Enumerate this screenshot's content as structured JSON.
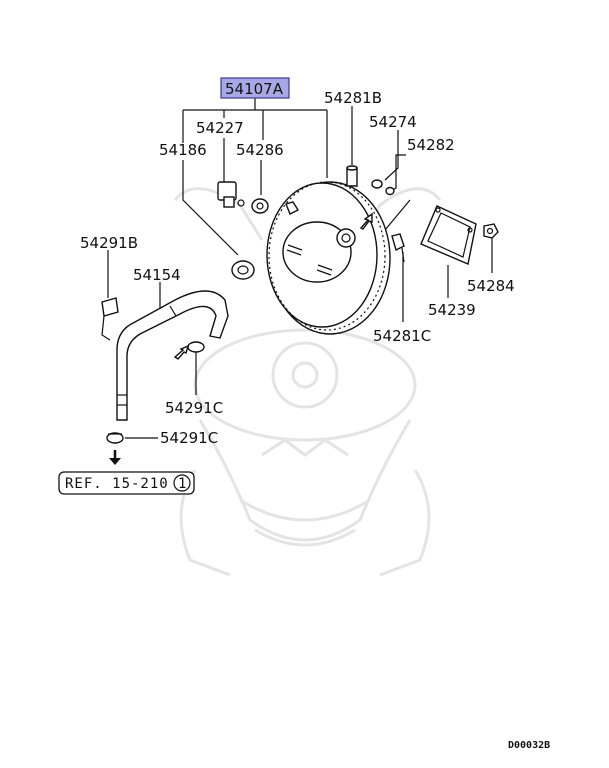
{
  "labels": {
    "assembly": "54107A",
    "p54227": "54227",
    "p54186": "54186",
    "p54286": "54286",
    "p54281B": "54281B",
    "p54274": "54274",
    "p54282": "54282",
    "p54291B": "54291B",
    "p54154": "54154",
    "p54291C_a": "54291C",
    "p54291C_b": "54291C",
    "p54281C": "54281C",
    "p54239": "54239",
    "p54284": "54284"
  },
  "reference": {
    "text": "REF. 15-210",
    "circled": "1"
  },
  "drawing_code": "D00032B",
  "colors": {
    "highlight_fill": "#a8a8e6",
    "highlight_border": "#3a3a8a",
    "line": "#111111",
    "watermark": "#e4e4e4"
  }
}
